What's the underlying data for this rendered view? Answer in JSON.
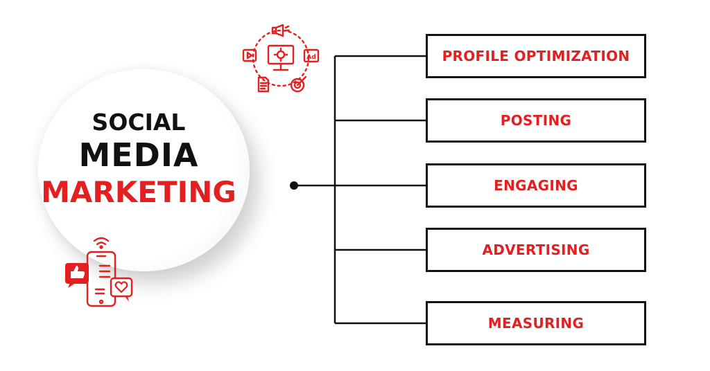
{
  "hub": {
    "line1": "SOCIAL",
    "line2": "MEDIA",
    "line3": "MARKETING"
  },
  "items": [
    {
      "label": "PROFILE OPTIMIZATION"
    },
    {
      "label": "POSTING"
    },
    {
      "label": "ENGAGING"
    },
    {
      "label": "ADVERTISING"
    },
    {
      "label": "MEASURING"
    }
  ],
  "icons": {
    "top": "digital-marketing-icon",
    "bottom": "social-phone-icon",
    "ad_badge": "Ad"
  },
  "colors": {
    "accent": "#e41f1f",
    "text": "#111111",
    "lines": "#111111"
  }
}
